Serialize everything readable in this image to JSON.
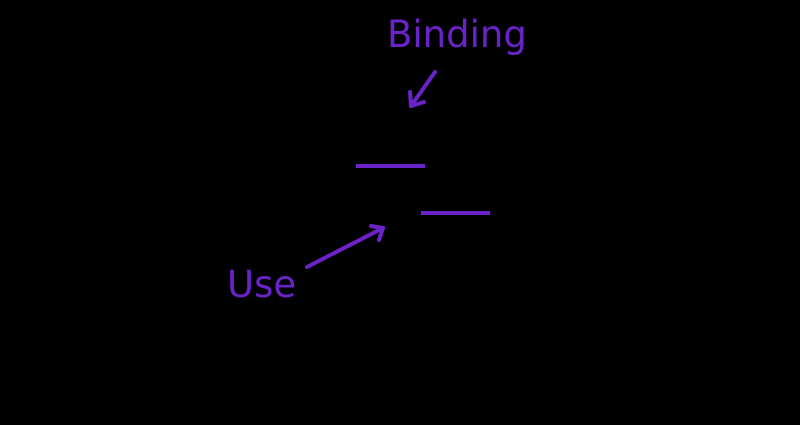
{
  "diagram": {
    "background_color": "#000000",
    "accent_color": "#6a22c9",
    "labels": {
      "binding": "Binding",
      "use": "Use"
    },
    "blanks": [
      {
        "name": "binding-blank",
        "role": "binding"
      },
      {
        "name": "use-blank",
        "role": "use"
      }
    ],
    "arrows": [
      {
        "name": "binding-arrow",
        "from_label": "Binding",
        "points_to": "binding-blank"
      },
      {
        "name": "use-arrow",
        "from_label": "Use",
        "points_to": "use-blank"
      }
    ]
  }
}
